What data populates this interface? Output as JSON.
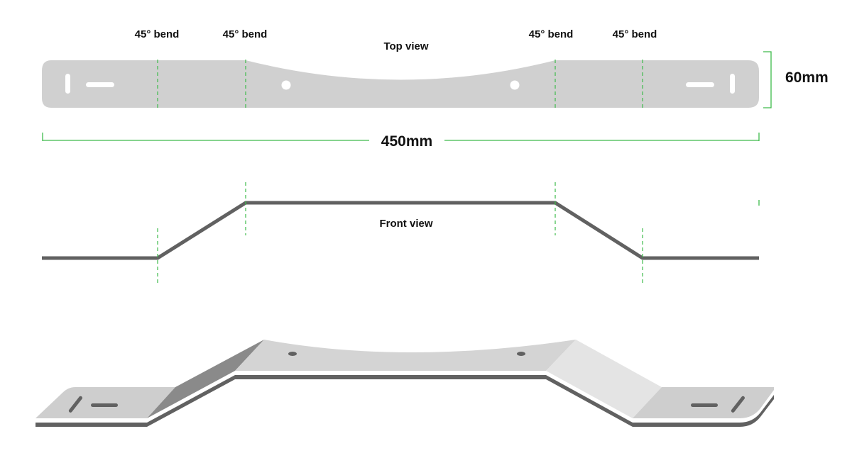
{
  "labels": {
    "bend_1": "45° bend",
    "bend_2": "45° bend",
    "bend_3": "45° bend",
    "bend_4": "45° bend",
    "top_view": "Top view",
    "front_view": "Front view",
    "width_dimension": "60mm",
    "length_dimension": "450mm"
  },
  "colors": {
    "plate": "#d0d0d0",
    "plate_light": "#e4e4e4",
    "plate_dark": "#8a8a8a",
    "profile": "#616161",
    "guide": "#3dbb4a",
    "text": "#111111"
  }
}
